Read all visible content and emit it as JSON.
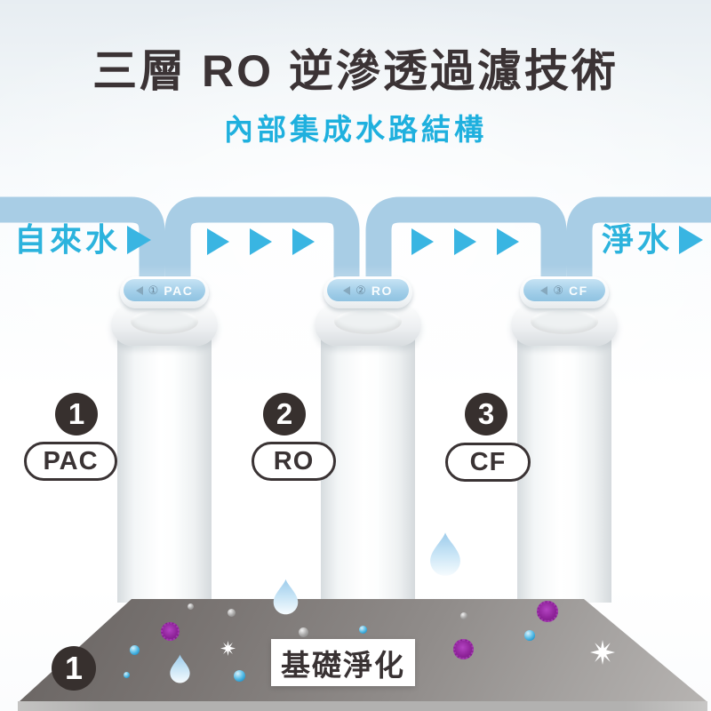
{
  "header": {
    "title": "三層 RO 逆滲透過濾技術",
    "subtitle": "內部集成水路結構"
  },
  "flow": {
    "source_label": "自來水",
    "clean_label": "淨水"
  },
  "filters": [
    {
      "cap_number": "①",
      "cap_code": "PAC",
      "step_number": "1",
      "step_label": "PAC"
    },
    {
      "cap_number": "②",
      "cap_code": "RO",
      "step_number": "2",
      "step_label": "RO"
    },
    {
      "cap_number": "③",
      "cap_code": "CF",
      "step_number": "3",
      "step_label": "CF"
    }
  ],
  "platform": {
    "stage_number": "1",
    "caption": "基礎淨化"
  },
  "colors": {
    "title_dark": "#3b3335",
    "accent_cyan": "#2cb3dd",
    "subtitle_cyan": "#1fb0de",
    "pipe_blue": "#a8cde5",
    "cap_blue": "#9ccbe7",
    "badge_dark": "#37302e",
    "platform_gray_dark": "#676260",
    "platform_gray_light": "#b7b4b2",
    "virus_purple": "#8e2399",
    "bubble_blue": "#1f94cc"
  }
}
